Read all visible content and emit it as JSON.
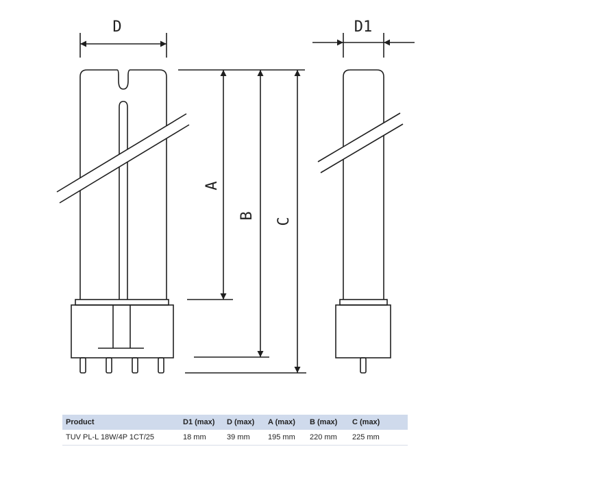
{
  "drawing": {
    "labels": {
      "d": "D",
      "d1": "D1",
      "a": "A",
      "b": "B",
      "c": "C"
    },
    "line_color": "#1f1f1f"
  },
  "table": {
    "header_bg": "#cfdaec",
    "headers": [
      "Product",
      "D1 (max)",
      "D (max)",
      "A (max)",
      "B (max)",
      "C (max)"
    ],
    "rows": [
      [
        "TUV PL-L 18W/4P 1CT/25",
        "18 mm",
        "39 mm",
        "195 mm",
        "220 mm",
        "225 mm"
      ]
    ]
  }
}
